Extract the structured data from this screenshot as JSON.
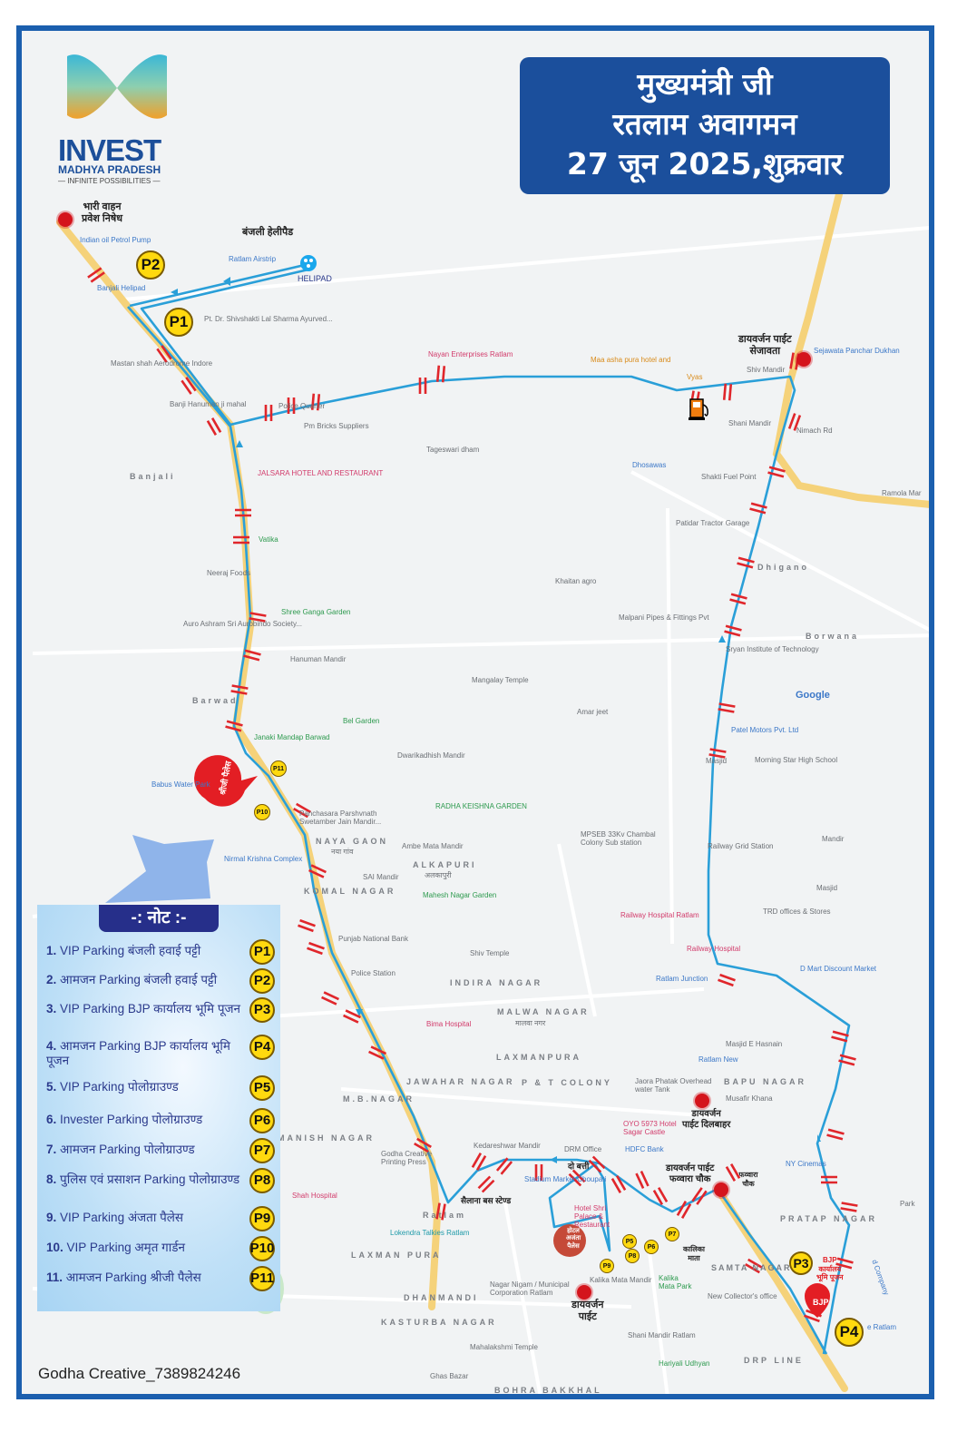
{
  "title": {
    "line1": "मुख्यमंत्री जी",
    "line2": "रतलाम अवागमन",
    "line3": "27 जून 2025,शुक्रवार"
  },
  "logo": {
    "name": "INVEST",
    "sub": "MADHYA PRADESH",
    "tagline": "— INFINITE POSSIBILITIES —"
  },
  "legend": {
    "header": "-: नोट :-",
    "items": [
      {
        "num": "1.",
        "text": "VIP Parking बंजली हवाई पट्टी",
        "badge": "P1"
      },
      {
        "num": "2.",
        "text": "आमजन Parking बंजली हवाई पट्टी",
        "badge": "P2"
      },
      {
        "num": "3.",
        "text": "VIP Parking BJP कार्यालय भूमि पूजन",
        "badge": "P3"
      },
      {
        "num": "4.",
        "text": "आमजन Parking BJP कार्यालय भूमि पूजन",
        "badge": "P4"
      },
      {
        "num": "5.",
        "text": "VIP Parking पोलोग्राउण्ड",
        "badge": "P5"
      },
      {
        "num": "6.",
        "text": "Invester Parking पोलोग्राउण्ड",
        "badge": "P6"
      },
      {
        "num": "7.",
        "text": "आमजन Parking पोलोग्राउण्ड",
        "badge": "P7"
      },
      {
        "num": "8.",
        "text": "पुलिस एवं प्रसाशन Parking पोलोग्राउण्ड",
        "badge": "P8"
      },
      {
        "num": "9.",
        "text": "VIP Parking अंजता पैलेस",
        "badge": "P9"
      },
      {
        "num": "10.",
        "text": "VIP Parking अमृत गार्डन",
        "badge": "P10"
      },
      {
        "num": "11.",
        "text": "आमजन Parking श्रीजी पैलेस",
        "badge": "P11"
      }
    ]
  },
  "annotations": {
    "heavy_ban": [
      "भारी वाहन",
      "प्रवेश निषेध"
    ],
    "banjali_helipad": "बंजली हेलीपैड",
    "helipad": "HELIPAD",
    "div_sejawata": [
      "डायवर्जन पाईट",
      "सेजावता"
    ],
    "div_dilbahar": [
      "डायवर्जन",
      "पाईट दिलबाहर"
    ],
    "div_fountain": [
      "डायवर्जन पाईट",
      "फव्वारा चौक"
    ],
    "fountain_chowk": "फव्वारा चौक",
    "do_batti": "दो बत्ती",
    "sailana_bus": "सैलाना बस स्टेण्ड",
    "kalika_mata": "कालिका माता",
    "div_kalika": [
      "डायवर्जन",
      "पाईट"
    ],
    "hotel_ajanta": "होटल अजंता पैलेस",
    "shreeji": "श्रीजी पैलेस",
    "bjp_office": [
      "BJP",
      "कार्यालय",
      "भूमि पूजन"
    ],
    "bjp_pin": "BJP"
  },
  "map": {
    "places": [
      "Indian oil Petrol Pump",
      "Ratlam Airstrip",
      "Banjali Helipad",
      "Pt. Dr. Shivshakti Lal Sharma Ayurved...",
      "Mastan shah Aerodrome Indore",
      "Banji Hanuman ji mahal",
      "Police Quarter",
      "Pm Bricks Suppliers",
      "Nayan Enterprises Ratlam",
      "Maa asha pura hotel and",
      "Vyas",
      "Shiv Mandir",
      "Sejawata Panchar Dukhan",
      "Shani Mandir",
      "Tageswari dham",
      "Dhosawas",
      "Shakti Fuel Point",
      "Banjali",
      "JALSARA HOTEL AND RESTAURANT",
      "Ramola Mar",
      "Patidar Tractor Garage",
      "Vatika",
      "Dhigano",
      "Neeraj Foods",
      "Khaitan agro",
      "Shree Ganga Garden",
      "Malpani Pipes & Fittings Pvt",
      "Auro Ashram Sri Aurobindo Society...",
      "Borwana",
      "Sryan Institute of Technology",
      "Hanuman Mandir",
      "Mangalay Temple",
      "Barwad",
      "Google",
      "Amar jeet",
      "Bel Garden",
      "Patel Motors Pvt. Ltd",
      "Janaki Mandap Barwad",
      "Dwarikadhish Mandir",
      "Masjid",
      "Morning Star High School",
      "Babus Water Park",
      "Panchasara Parshvnath Swetamber Jain Mandir...",
      "RADHA KEISHNA GARDEN",
      "MPSEB 33Kv Chambal Colony Sub station",
      "NAYA GAON",
      "नया गांव",
      "Ambe Mata Mandir",
      "Railway Grid Station",
      "Mandir",
      "Nirmal Krishna Complex",
      "SAI Mandir",
      "ALKAPURI",
      "अलकापुरी",
      "KOMAL NAGAR",
      "Masjid",
      "Mahesh Nagar Garden",
      "TRD offices & Stores",
      "Railway Hospital Ratlam",
      "Punjab National Bank",
      "Shiv Temple",
      "Railway Hospital",
      "D Mart Discount Market",
      "Police Station",
      "INDIRA NAGAR",
      "Ratlam Junction",
      "MALWA NAGAR",
      "मालवा नगर",
      "Bima Hospital",
      "Masjid E Hasnain",
      "LAXMANPURA",
      "Ratlam New",
      "JAWAHAR NAGAR",
      "P & T COLONY",
      "BAPU NAGAR",
      "Jaora Phatak Overhead water Tank",
      "M.B.NAGAR",
      "Musafir Khana",
      "OYO 5973 Hotel Sagar Castle",
      "MANISH NAGAR",
      "Kedareshwar Mandir",
      "DRM Office",
      "HDFC Bank",
      "Godha Creative Printing Press",
      "NY Cinemas",
      "Stadium Market Choupati",
      "Shah Hospital",
      "Hotel Shri Palace & Restaurant",
      "Ratlam",
      "PRATAP NAGAR",
      "Lokendra Talkies Ratlam",
      "Kalika Mata Park",
      "LAXMAN PURA",
      "SAMTA NAGAR",
      "Nagar Nigam / Municipal Corporation Ratlam",
      "Kalika Mata Mandir",
      "DHANMANDI",
      "New Collector's office",
      "KASTURBA NAGAR",
      "Mahalakshmi Temple",
      "Shani Mandir Ratlam",
      "Hariyali Udhyan",
      "DRP LINE",
      "Ghas Bazar",
      "BOHRA BAKKHAL",
      "Park",
      "e Ratlam",
      "d Company",
      "Nimach Rd"
    ]
  },
  "footer": "Godha Creative_7389824246",
  "colors": {
    "frame": "#1b5fae",
    "title_bg": "#1b4f9c",
    "route": "#2a9fd8",
    "barrier": "#e0262b",
    "highway": "#f5d27a",
    "parking_badge": "#ffd90f",
    "diversion_dot": "#d4141c",
    "legend_header": "#262f8a"
  }
}
